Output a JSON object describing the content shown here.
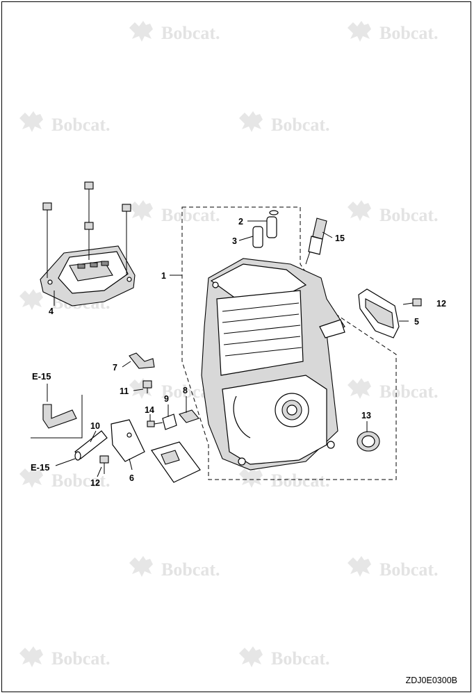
{
  "watermark": {
    "text": "Bobcat."
  },
  "drawing_code": "ZDJ0E0300B",
  "callouts": {
    "c1": "1",
    "c2": "2",
    "c3": "3",
    "c4": "4",
    "c5": "5",
    "c6": "6",
    "c7": "7",
    "c8": "8",
    "c9": "9",
    "c10": "10",
    "c11": "11",
    "c12a": "12",
    "c12b": "12",
    "c13": "13",
    "c14": "14",
    "c15": "15"
  },
  "refs": {
    "e15_top": "E-15",
    "e15_bottom": "E-15"
  }
}
